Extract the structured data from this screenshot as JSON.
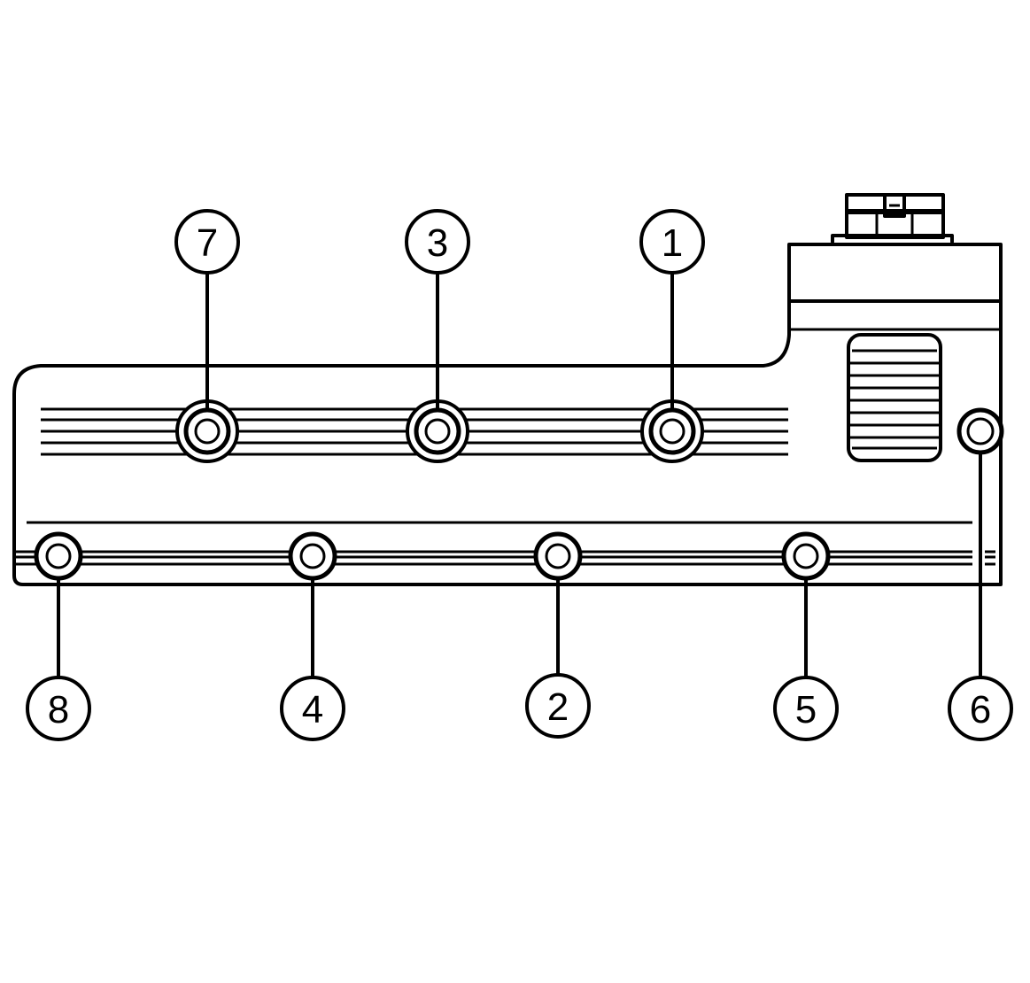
{
  "diagram": {
    "callouts": [
      {
        "id": "7",
        "label": "7"
      },
      {
        "id": "3",
        "label": "3"
      },
      {
        "id": "1",
        "label": "1"
      },
      {
        "id": "8",
        "label": "8"
      },
      {
        "id": "4",
        "label": "4"
      },
      {
        "id": "2",
        "label": "2"
      },
      {
        "id": "5",
        "label": "5"
      },
      {
        "id": "6",
        "label": "6"
      }
    ]
  }
}
